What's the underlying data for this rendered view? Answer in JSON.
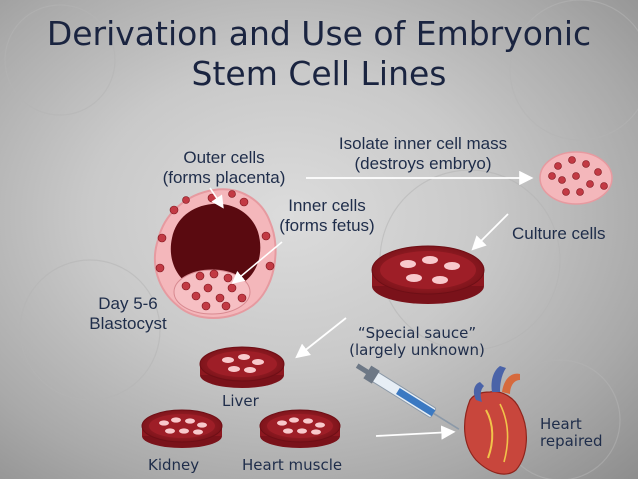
{
  "title": {
    "line1": "Derivation and Use of Embryonic",
    "line2": "Stem Cell Lines"
  },
  "labels": {
    "outer_cells": "Outer cells",
    "outer_cells_sub": "(forms placenta)",
    "inner_cells": "Inner cells",
    "inner_cells_sub": "(forms fetus)",
    "isolate": "Isolate inner cell mass",
    "isolate_sub": "(destroys embryo)",
    "culture": "Culture cells",
    "day": "Day 5-6",
    "blastocyst": "Blastocyst",
    "special_sauce": "“Special sauce”",
    "special_sauce_sub": "(largely unknown)",
    "liver": "Liver",
    "kidney": "Kidney",
    "heart_muscle": "Heart muscle",
    "heart_repaired_1": "Heart",
    "heart_repaired_2": "repaired"
  },
  "colors": {
    "text": "#1f2d4a",
    "dish_red": "#9a1b24",
    "cell_pink": "#f6b8bd",
    "blastocyst_dark": "#5a0a10",
    "arrow": "#ffffff"
  },
  "icons": {
    "syringe": "syringe-icon",
    "heart": "heart-icon"
  }
}
